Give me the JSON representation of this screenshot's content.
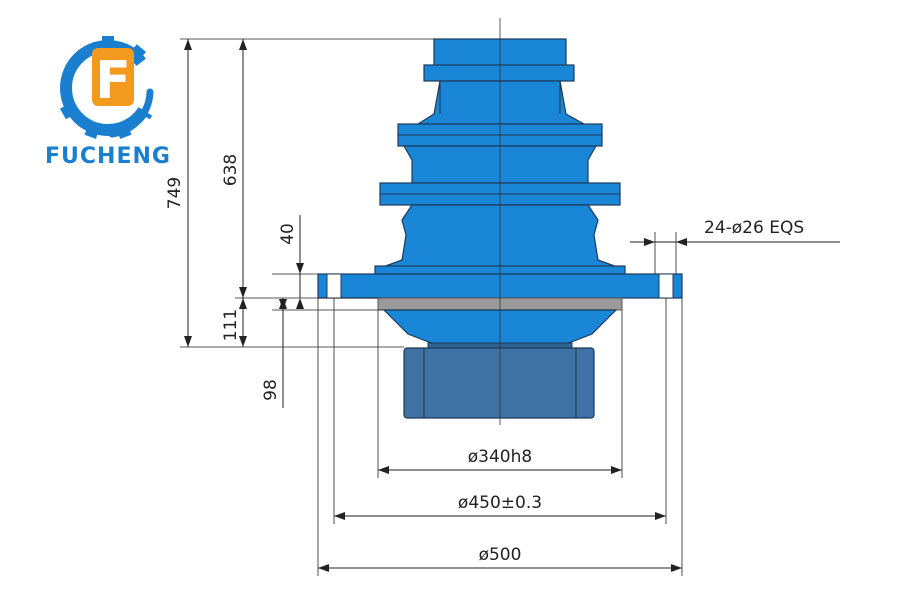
{
  "brand": {
    "logo_letter": "F",
    "name": "FUCHENG",
    "colors": {
      "orange": "#f39a1e",
      "blue": "#1b7fd0"
    }
  },
  "dimensions": {
    "overall_height": "749",
    "upper_height": "638",
    "flange_thickness": "40",
    "register_height": "111",
    "shaft_height": "98",
    "bolt_holes": "24-ø26 EQS",
    "pilot_diameter": "ø340h8",
    "bolt_circle": "ø450±0.3",
    "flange_diameter": "ø500"
  },
  "colors": {
    "body": "#1a86d8",
    "body_dark": "#1566a8",
    "shaft": "#3f73a6",
    "spacer": "#9a9a9a"
  }
}
